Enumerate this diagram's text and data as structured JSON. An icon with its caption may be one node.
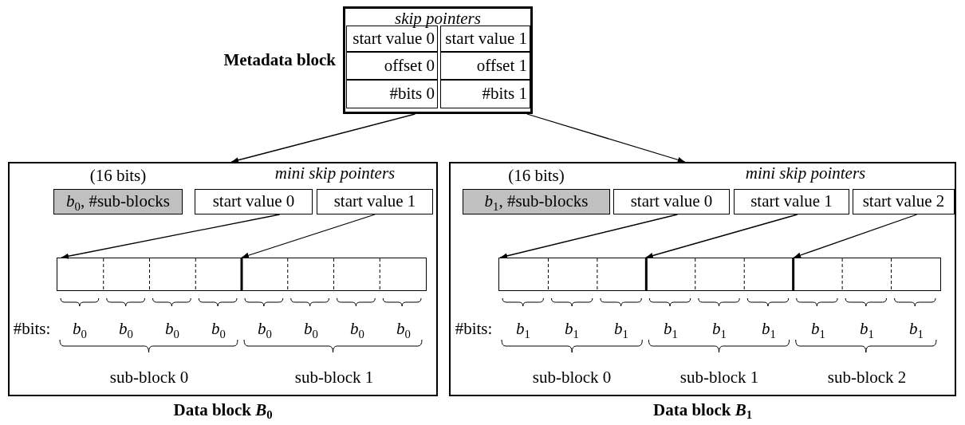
{
  "diagram": {
    "nodes": [
      {
        "text": [
          "Metadata block",
          "skip pointers"
        ]
      },
      {
        "text": [
          "start value 0"
        ],
        "in": 0
      },
      {
        "text": [
          "start value 1"
        ],
        "in": 0
      },
      {
        "text": [
          "offset 0"
        ],
        "in": 0
      },
      {
        "text": [
          "offset 1"
        ],
        "in": 0
      },
      {
        "text": [
          "#bits 0"
        ],
        "in": 0
      },
      {
        "text": [
          "#bits 1"
        ],
        "in": 0
      },
      {
        "text": [
          "Data block *B*$_{0}$"
        ]
      },
      {
        "text": [
          "*b*$_{0}$, #sub-blocks"
        ],
        "beside": [
          "(16 bits)"
        ],
        "in": 7
      },
      {
        "text": [
          "start value 0"
        ],
        "in": 7
      },
      {
        "text": [
          "start value 1"
        ],
        "in": 7
      },
      {
        "text": [],
        "shape": "bar",
        "in": 7
      },
      {
        "text": [
          "Data block *B*$_{1}$"
        ]
      },
      {
        "text": [
          "*b*$_{1}$, #sub-blocks"
        ],
        "beside": [
          "(16 bits)"
        ],
        "in": 12
      },
      {
        "text": [
          "start value 0"
        ],
        "in": 12
      },
      {
        "text": [
          "start value 1"
        ],
        "in": 12
      },
      {
        "text": [
          "start value 2"
        ],
        "in": 12
      },
      {
        "text": [],
        "shape": "bar",
        "in": 12
      }
    ],
    "edges": [
      {
        "from": 0,
        "to": 7,
        "arrow": "to"
      },
      {
        "from": 0,
        "to": 12,
        "arrow": "to"
      },
      {
        "from": 9,
        "to": 11,
        "arrow": "to"
      },
      {
        "from": 10,
        "to": 11,
        "arrow": "to"
      },
      {
        "from": 14,
        "to": 17,
        "arrow": "to"
      },
      {
        "from": 15,
        "to": 17,
        "arrow": "to"
      },
      {
        "from": 16,
        "to": 17,
        "arrow": "to"
      }
    ],
    "labels": [
      "mini skip pointers",
      "mini skip pointers",
      "#bits:",
      "*b*$_{0}$",
      "*b*$_{0}$",
      "*b*$_{0}$",
      "*b*$_{0}$",
      "*b*$_{0}$",
      "*b*$_{0}$",
      "*b*$_{0}$",
      "*b*$_{0}$",
      "#bits:",
      "*b*$_{1}$",
      "*b*$_{1}$",
      "*b*$_{1}$",
      "*b*$_{1}$",
      "*b*$_{1}$",
      "*b*$_{1}$",
      "*b*$_{1}$",
      "*b*$_{1}$",
      "*b*$_{1}$",
      "sub-block 0",
      "sub-block 1",
      "sub-block 0",
      "sub-block 1",
      "sub-block 2"
    ]
  }
}
